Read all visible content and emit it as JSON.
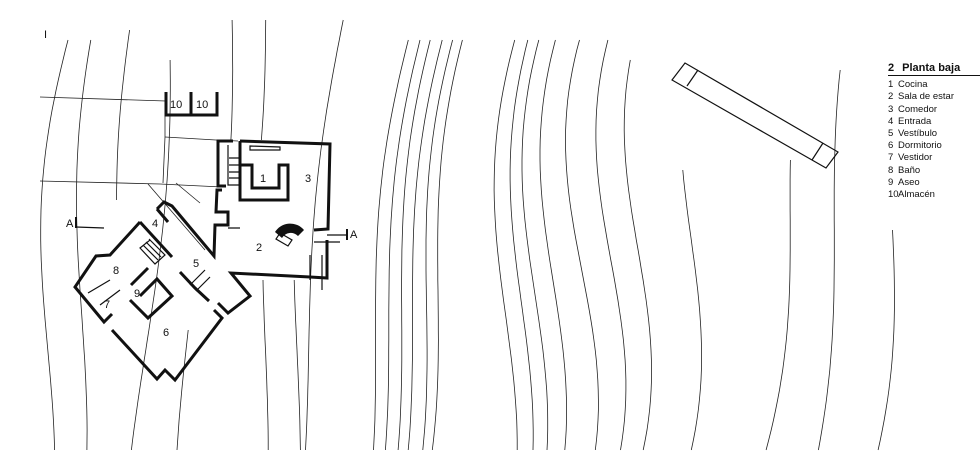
{
  "plan": {
    "corner_mark": "I",
    "section_mark": "A",
    "room_numbers": {
      "kitchen": "1",
      "living": "2",
      "dining": "3",
      "entry": "4",
      "hall": "5",
      "bedroom": "6",
      "dressing": "7",
      "bath": "8",
      "toilet": "9",
      "storage": "10"
    }
  },
  "legend": {
    "number": "2",
    "title": "Planta baja",
    "items": [
      {
        "n": "1",
        "label": "Cocina"
      },
      {
        "n": "2",
        "label": "Sala de estar"
      },
      {
        "n": "3",
        "label": "Comedor"
      },
      {
        "n": "4",
        "label": "Entrada"
      },
      {
        "n": "5",
        "label": "Vestíbulo"
      },
      {
        "n": "6",
        "label": "Dormitorio"
      },
      {
        "n": "7",
        "label": "Vestidor"
      },
      {
        "n": "8",
        "label": "Baño"
      },
      {
        "n": "9",
        "label": "Aseo"
      },
      {
        "n": "10",
        "label": "Almacén"
      }
    ]
  }
}
